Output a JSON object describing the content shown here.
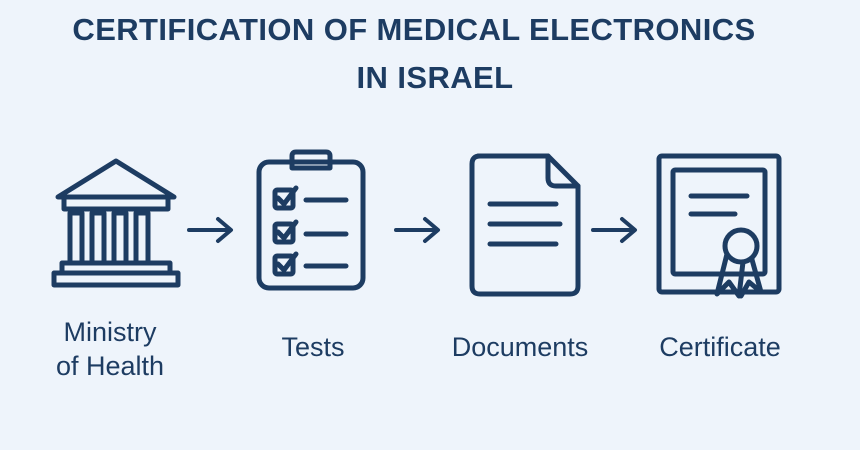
{
  "title": {
    "line1": "CERTIFICATION OF MEDICAL ELECTRONICS",
    "line2": "IN ISRAEL"
  },
  "colors": {
    "background": "#eef4fb",
    "ink": "#1d3c62"
  },
  "steps": [
    {
      "label": "Ministry\nof Health",
      "icon": "government-building-icon"
    },
    {
      "label": "Tests",
      "icon": "checklist-clipboard-icon"
    },
    {
      "label": "Documents",
      "icon": "document-icon"
    },
    {
      "label": "Certificate",
      "icon": "certificate-icon"
    }
  ],
  "connectors": [
    "right-arrow-icon",
    "right-arrow-icon",
    "right-arrow-icon"
  ]
}
